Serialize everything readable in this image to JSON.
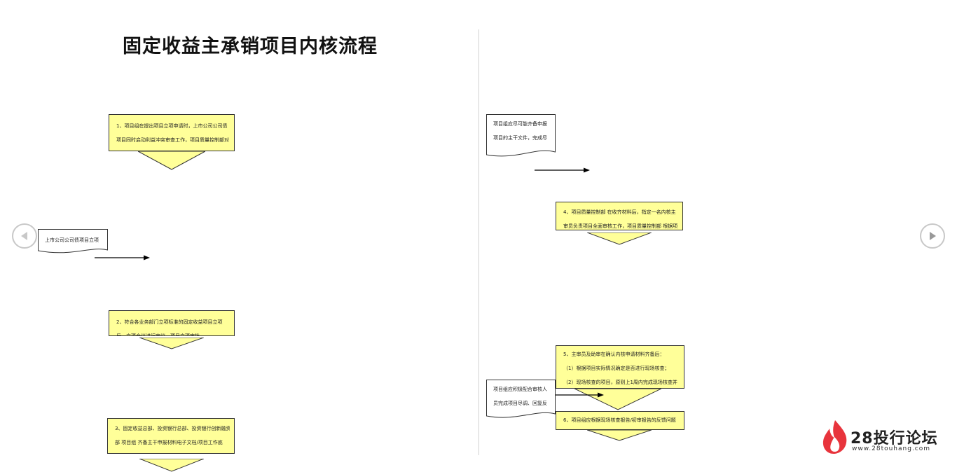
{
  "title": "固定收益主承销项目内核流程",
  "left_column": {
    "step1": [
      "1、项目组在提出项目立项申请时，上市公司公司债",
      "项目同时启动利益冲突审查工作，项目质量控制部对"
    ],
    "doc1": "上市公司公司债项目立项",
    "step2": [
      "2、符合各业务部门立项标准的固定收益项目立项",
      "后，立项会议进行审议，项目立项审批..."
    ],
    "step3": [
      "3、固定收益总部、投资银行总部、投资银行创新融资",
      "部 项目组  齐备主干申报材料电子文档/项目工作底"
    ]
  },
  "right_column": {
    "doc2": [
      "项目组应尽可能齐备申报",
      "项目的主干文件，完成尽"
    ],
    "step4": [
      "4、项目质量控制部  在收齐材料后，指定一名内核主",
      "审员负责项目全面审核工作，项目质量控制部  根据项"
    ],
    "step5": [
      "5、主审员及助审在确认内核申请材料齐备后：",
      "（1）根据项目实际情况确定是否进行现场核查；",
      "（2）现场核查的项目，原则上1周内完成现场核查并"
    ],
    "doc3": [
      "项目组应积极配合审核人",
      "员完成项目尽调、回复反"
    ],
    "step6": [
      "6、项目组应根据现场核查报告/初审报告的反馈问题"
    ]
  },
  "nav": {
    "prev": "prev-page",
    "next": "next-page"
  },
  "logo": {
    "brand": "28投行论坛",
    "url": "www.28touhang.com"
  },
  "colors": {
    "box_fill": "#ffff99",
    "logo_red": "#e8343c"
  }
}
